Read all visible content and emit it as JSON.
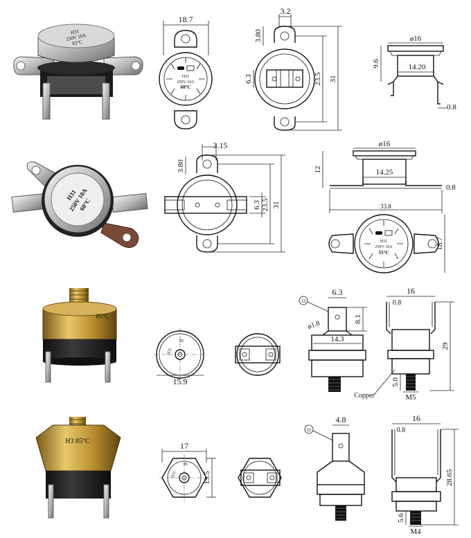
{
  "row1": {
    "photo": {
      "marking_line1": "H31",
      "marking_line2": "250V 10A",
      "marking_line3": "85°C"
    },
    "front": {
      "width_label": "18.7",
      "marking_line1": "H31",
      "marking_line2": "250V 10A",
      "marking_line3": "60°C"
    },
    "back": {
      "tab_label": "3.2",
      "ear_label": "3.80",
      "center_label": "6.3",
      "inner_label": "23.5",
      "overall_label": "31"
    },
    "side": {
      "dia_label": "ø16",
      "height_label": "9.6",
      "width_label": "14.20",
      "lead_label": "0.8"
    }
  },
  "row2": {
    "photo": {
      "marking_line1": "H31",
      "marking_line2": "250V 10A",
      "marking_line3": "60°C"
    },
    "back": {
      "tab_label": "3.15",
      "ear_label": "3.80",
      "center_label": "6.3",
      "inner_label": "23.5",
      "overall_label": "31"
    },
    "side": {
      "dia_label": "ø16",
      "height_label": "12",
      "width_label": "14.25",
      "lead_label": "0.8",
      "span_label": "33.8"
    },
    "front": {
      "height_label": "18.7",
      "marking_line1": "H31",
      "marking_line2": "250V 10A",
      "marking_line3": "55°C"
    }
  },
  "row3": {
    "photo": {
      "marking": "85°C"
    },
    "top": {
      "width_label": "15.9",
      "marking_line1": "H31",
      "marking_line2": "85"
    },
    "terminal": {
      "circle_label": "12",
      "width_label": "6.3",
      "hole_label": "ø1.8",
      "height_label": "8.1",
      "body_label": "14.3"
    },
    "side": {
      "width_label": "16",
      "lead_label": "0.8",
      "height_label": "29",
      "stud_label": "5.0",
      "thread_label": "M5",
      "material_label": "Copper"
    }
  },
  "row4": {
    "photo": {
      "marking": "H3 85°C"
    },
    "top": {
      "width_label": "17",
      "height_label": "19.5",
      "marking_line1": "H31",
      "marking_line2": "85"
    },
    "terminal": {
      "circle_label": "12",
      "width_label": "4.8"
    },
    "side": {
      "width_label": "16",
      "lead_label": "0.8",
      "height_label": "28.65",
      "stud_label": "5.6",
      "thread_label": "M4"
    }
  }
}
